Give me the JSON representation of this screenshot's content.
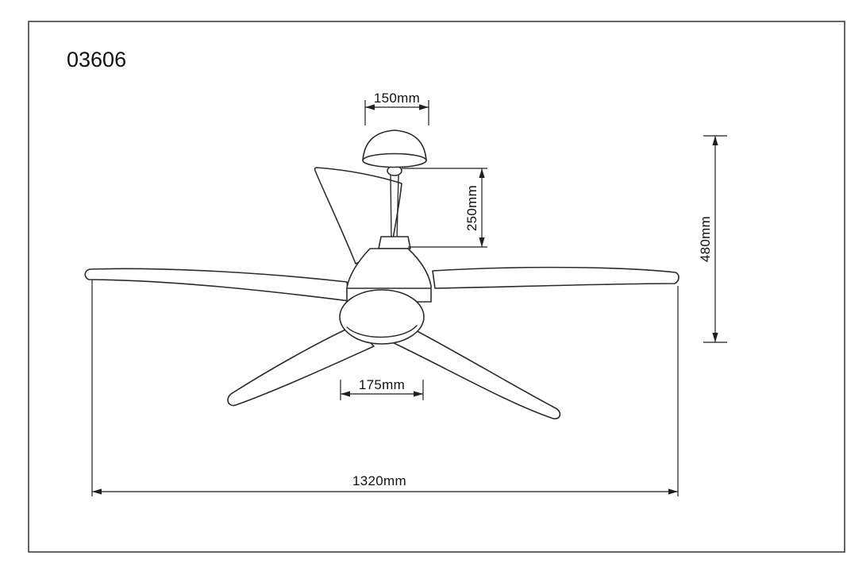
{
  "title": "03606",
  "dimensions": {
    "canopy_width": "150mm",
    "drop_height": "250mm",
    "total_height": "480mm",
    "body_width": "175mm",
    "blade_span": "1320mm"
  }
}
